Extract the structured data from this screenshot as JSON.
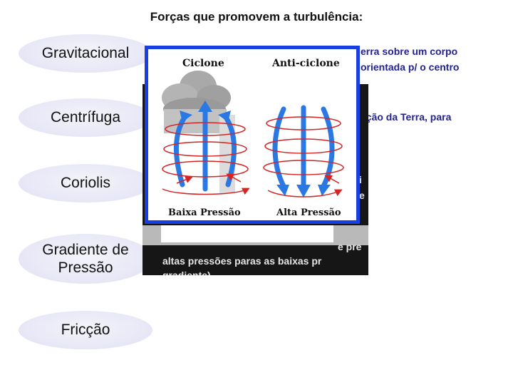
{
  "title": "Forças que promovem a turbulência:",
  "forces": [
    {
      "label": "Gravitacional"
    },
    {
      "label": "Centrífuga"
    },
    {
      "label": "Coriolis"
    },
    {
      "label": "Gradiente de\nPressão"
    },
    {
      "label": "Fricção"
    }
  ],
  "descriptions": {
    "gravitational_line1": "erra sobre um corpo",
    "gravitational_line2": "orientada p/ o centro",
    "centrifugal_line1": "ação da Terra, para",
    "coriolis_fragment1": "i",
    "coriolis_fragment2": "e",
    "pressure_line1": "e pre",
    "pressure_line2": "altas pressões paras as baixas pr",
    "pressure_line3": "gradiente)"
  },
  "figure": {
    "label_cyclone": "Ciclone",
    "label_anticyclone": "Anti-ciclone",
    "label_low": "Baixa Pressão",
    "label_high": "Alta Pressão"
  },
  "colors": {
    "accent_blue": "#1a3fe0",
    "arrow_blue": "#2a78e4",
    "arrow_red": "#d42424",
    "description_text": "#23238f"
  }
}
